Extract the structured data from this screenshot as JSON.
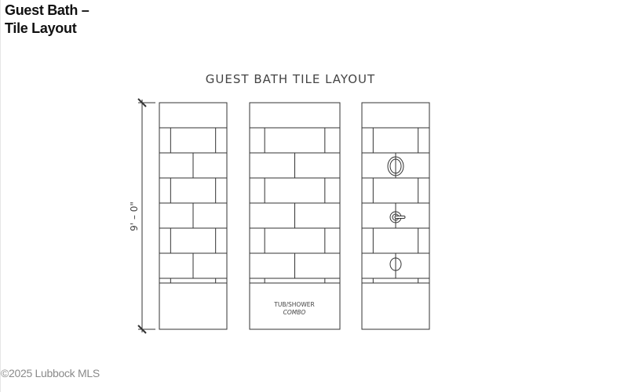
{
  "header": {
    "title_line1": "Guest Bath –",
    "title_line2": "Tile Layout"
  },
  "drawing": {
    "title": "GUEST BATH TILE LAYOUT",
    "dimension_label": "9' – 0\"",
    "fixture_label_line1": "TUB/SHOWER",
    "fixture_label_line2": "COMBO",
    "panels": [
      "left-wall",
      "back-wall",
      "plumbing-wall"
    ],
    "tile_rows": 6,
    "line_color": "#333333"
  },
  "footer": {
    "watermark": "©2025 Lubbock MLS"
  }
}
